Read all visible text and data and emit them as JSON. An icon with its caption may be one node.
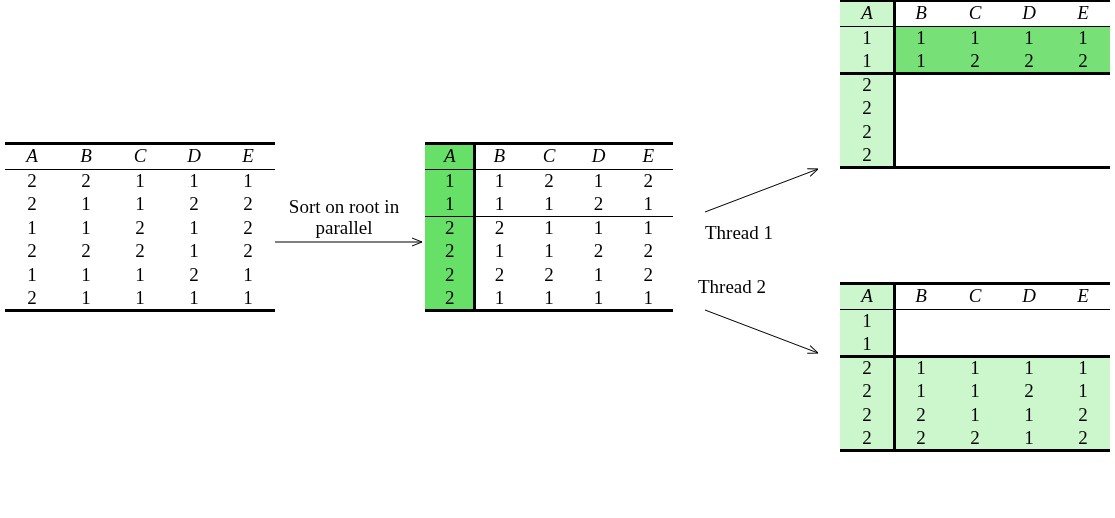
{
  "diagram": {
    "nodes": [
      {
        "text": [
          "A",
          "B",
          "C",
          "D",
          "E",
          "2",
          "2",
          "1",
          "1",
          "1",
          "2",
          "1",
          "1",
          "2",
          "2",
          "1",
          "1",
          "2",
          "1",
          "2",
          "2",
          "2",
          "2",
          "1",
          "2",
          "1",
          "1",
          "1",
          "2",
          "1",
          "2",
          "1",
          "1",
          "1",
          "1"
        ]
      },
      {
        "text": [
          "A",
          "B",
          "C",
          "D",
          "E",
          "1",
          "1",
          "2",
          "1",
          "2",
          "1",
          "1",
          "1",
          "2",
          "1",
          "2",
          "2",
          "1",
          "1",
          "1",
          "2",
          "1",
          "1",
          "2",
          "2",
          "2",
          "2",
          "2",
          "1",
          "2",
          "2",
          "1",
          "1",
          "1",
          "1"
        ]
      },
      {
        "text": [
          "A",
          "B",
          "C",
          "D",
          "E",
          "1",
          "1",
          "1",
          "1",
          "1",
          "1",
          "1",
          "2",
          "2",
          "2",
          "2",
          "2",
          "2",
          "2"
        ]
      },
      {
        "text": [
          "A",
          "B",
          "C",
          "D",
          "E",
          "1",
          "1",
          "2",
          "1",
          "1",
          "1",
          "1",
          "2",
          "1",
          "1",
          "2",
          "1",
          "2",
          "2",
          "1",
          "1",
          "2",
          "2",
          "2",
          "2",
          "1",
          "2"
        ]
      }
    ],
    "edges": [
      {
        "from": 0,
        "to": 1,
        "arrow": "to",
        "label": "Sort on root in parallel"
      },
      {
        "from": 1,
        "to": 2,
        "arrow": "to",
        "label": "Thread 1"
      },
      {
        "from": 1,
        "to": 3,
        "arrow": "to",
        "label": "Thread 2"
      }
    ]
  }
}
